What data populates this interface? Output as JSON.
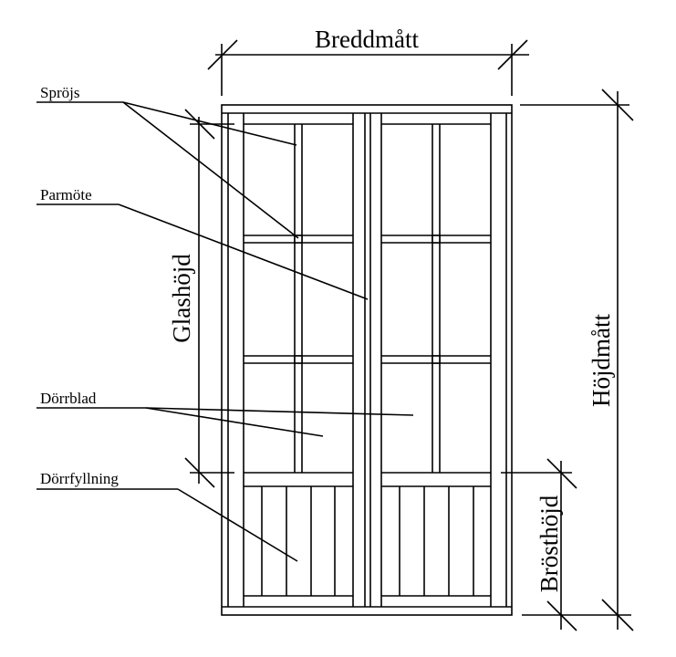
{
  "labels": {
    "sprojs": "Spröjs",
    "parmote": "Parmöte",
    "dorrblad": "Dörrblad",
    "dorrfyllning": "Dörrfyllning"
  },
  "dimensions": {
    "width": "Breddmått",
    "height": "Höjdmått",
    "glass_height": "Glashöjd",
    "breast_height": "Brösthöjd"
  }
}
